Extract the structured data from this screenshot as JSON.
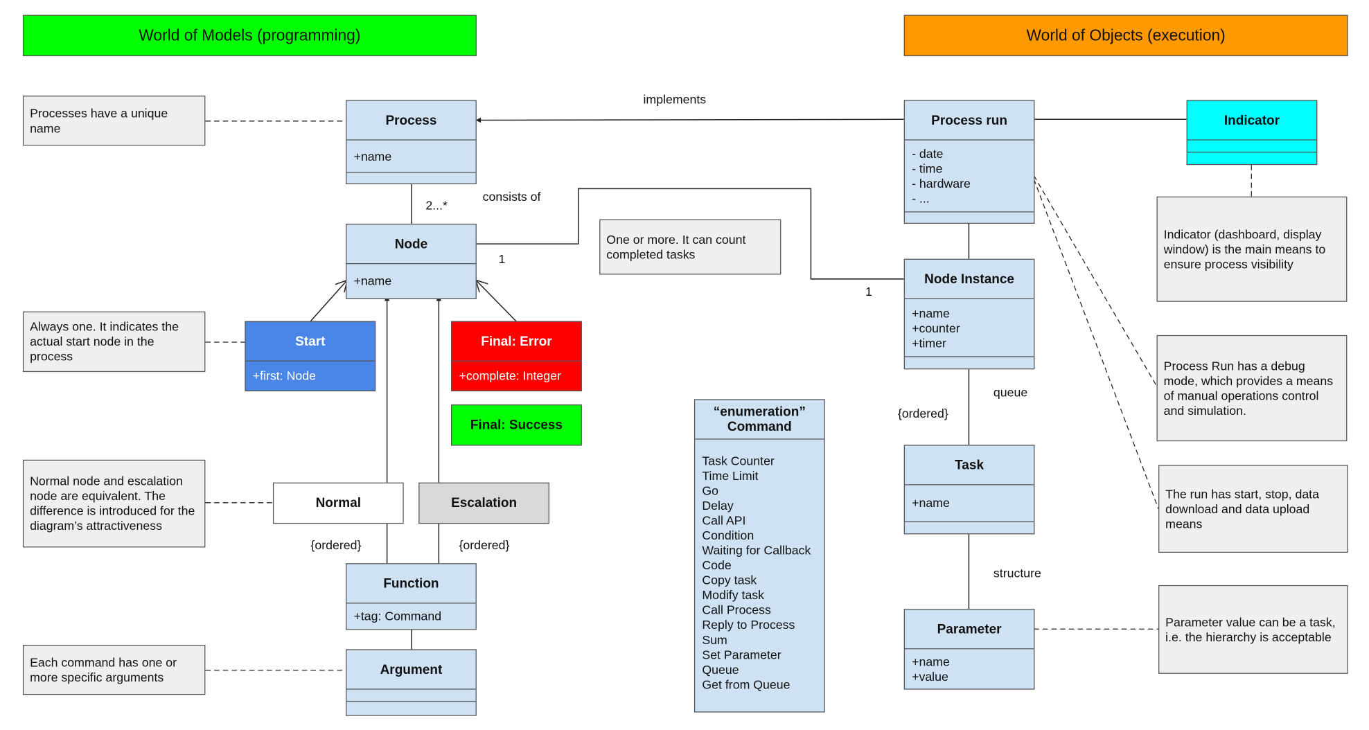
{
  "banners": {
    "models": "World of Models (programming)",
    "objects": "World of Objects (execution)"
  },
  "colors": {
    "models_banner": "#00ff00",
    "objects_banner": "#ff9900",
    "class_fill": "#cfe2f3",
    "note_fill": "#efefef",
    "start_fill": "#4a86e8",
    "error_fill": "#ff0000",
    "success_fill": "#00ff00",
    "indicator_fill": "#00ffff",
    "escalation_fill": "#d9d9d9"
  },
  "classes": {
    "process": {
      "title": "Process",
      "attrs": [
        "+name"
      ]
    },
    "node": {
      "title": "Node",
      "attrs": [
        "+name"
      ]
    },
    "start": {
      "title": "Start",
      "attrs": [
        "+first: Node"
      ]
    },
    "final_error": {
      "title": "Final: Error",
      "attrs": [
        "+complete: Integer"
      ]
    },
    "final_success": {
      "title": "Final: Success"
    },
    "normal": {
      "title": "Normal"
    },
    "escalation": {
      "title": "Escalation"
    },
    "function": {
      "title": "Function",
      "attrs": [
        "+tag: Command"
      ]
    },
    "argument": {
      "title": "Argument"
    },
    "command": {
      "title": "“enumeration”\nCommand",
      "items": [
        "Task Counter",
        "Time Limit",
        "Go",
        "Delay",
        "Call API",
        "Condition",
        "Waiting for Callback",
        "Code",
        "Copy task",
        "Modify task",
        "Call Process",
        "Reply to Process",
        "Sum",
        "Set Parameter",
        "Queue",
        "Get from Queue"
      ]
    },
    "process_run": {
      "title": "Process run",
      "attrs": [
        "- date",
        "- time",
        "- hardware",
        "- ..."
      ]
    },
    "indicator": {
      "title": "Indicator"
    },
    "node_instance": {
      "title": "Node Instance",
      "attrs": [
        "+name",
        "+counter",
        "+timer"
      ]
    },
    "task": {
      "title": "Task",
      "attrs": [
        "+name"
      ]
    },
    "parameter": {
      "title": "Parameter",
      "attrs": [
        "+name",
        "+value"
      ]
    }
  },
  "notes": {
    "process_unique": "Processes have a unique name",
    "start_one": "Always one. It indicates the actual start node in the process",
    "normal_escalation": "Normal node and escalation node are equivalent. The difference is introduced for the diagram’s attractiveness",
    "command_args": "Each command has one or more specific arguments",
    "one_or_more": "One or more. It can count completed tasks",
    "indicator_note": "Indicator (dashboard, display window) is the main means to ensure process visibility",
    "debug_mode": "Process Run has a debug mode, which provides a means of manual operations control and simulation.",
    "run_controls": "The run has start, stop, data download and data upload means",
    "parameter_value": "Parameter value can be a task, i.e. the hierarchy is acceptable"
  },
  "labels": {
    "implements": "implements",
    "consists_of": "consists of",
    "multiplicity_2": "2...*",
    "one_left": "1",
    "one_right": "1",
    "ordered_left": "{ordered}",
    "ordered_right": "{ordered}",
    "ordered_task": "{ordered}",
    "queue": "queue",
    "structure": "structure"
  }
}
